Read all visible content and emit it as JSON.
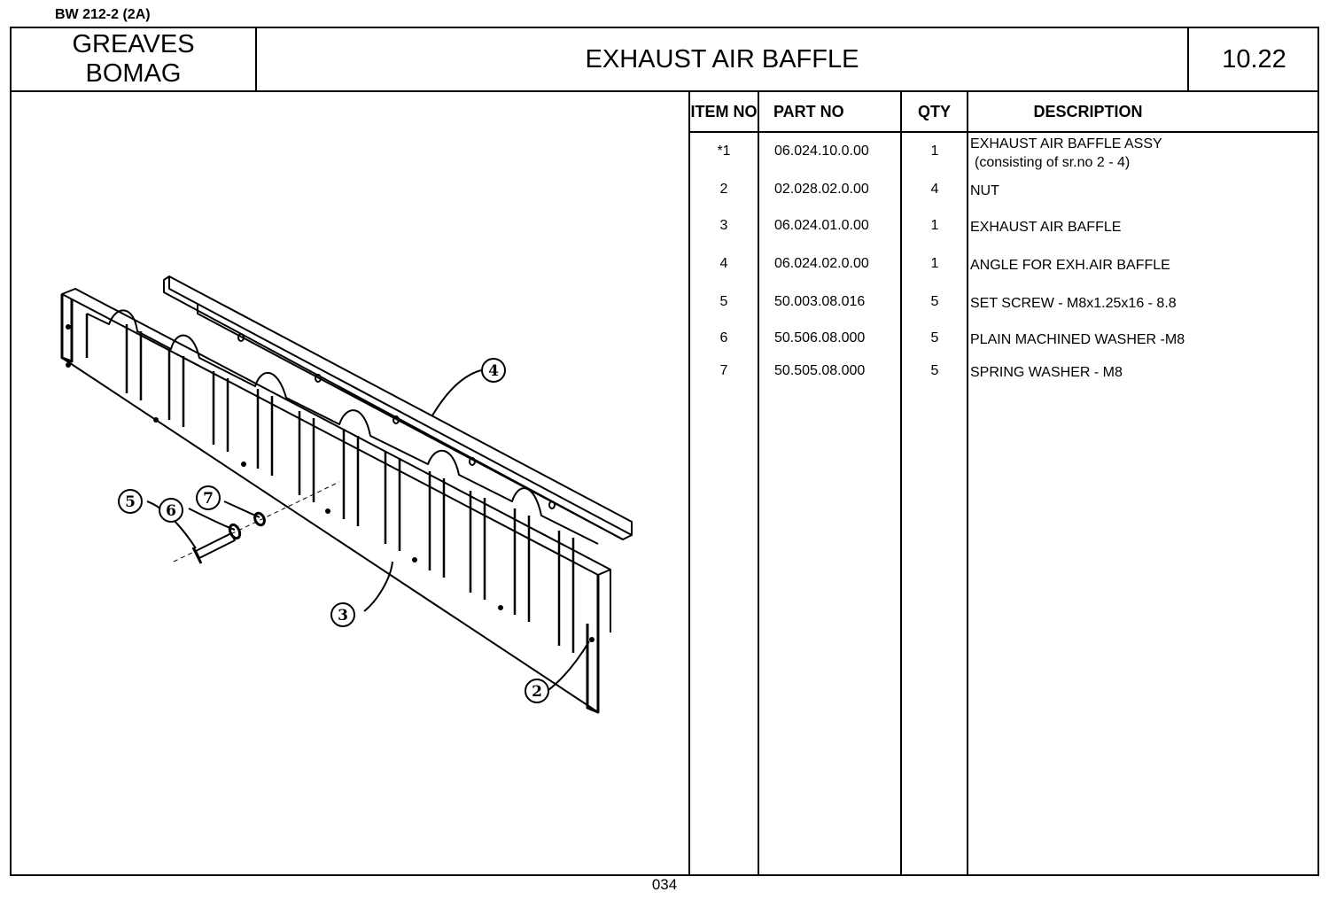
{
  "header": {
    "model": "BW 212-2 (2A)",
    "brand_line1": "GREAVES",
    "brand_line2": "BOMAG",
    "title": "EXHAUST AIR BAFFLE",
    "page_ref": "10.22"
  },
  "table": {
    "columns": {
      "item": "ITEM NO",
      "part": "PART NO",
      "qty": "QTY",
      "desc": "DESCRIPTION"
    },
    "rows": [
      {
        "item": "*1",
        "part": "06.024.10.0.00",
        "qty": "1",
        "desc": "EXHAUST AIR BAFFLE ASSY",
        "sub": "(consisting of sr.no 2 - 4)"
      },
      {
        "item": "2",
        "part": "02.028.02.0.00",
        "qty": "4",
        "desc": "NUT"
      },
      {
        "item": "3",
        "part": "06.024.01.0.00",
        "qty": "1",
        "desc": "EXHAUST AIR BAFFLE"
      },
      {
        "item": "4",
        "part": "06.024.02.0.00",
        "qty": "1",
        "desc": "ANGLE FOR EXH.AIR BAFFLE"
      },
      {
        "item": "5",
        "part": "50.003.08.016",
        "qty": "5",
        "desc": "SET SCREW - M8x1.25x16 - 8.8"
      },
      {
        "item": "6",
        "part": "50.506.08.000",
        "qty": "5",
        "desc": "PLAIN MACHINED WASHER -M8"
      },
      {
        "item": "7",
        "part": "50.505.08.000",
        "qty": "5",
        "desc": "SPRING WASHER - M8"
      }
    ]
  },
  "drawing": {
    "callouts": [
      "2",
      "3",
      "4",
      "5",
      "6",
      "7"
    ]
  },
  "footer": {
    "page_number": "034"
  }
}
